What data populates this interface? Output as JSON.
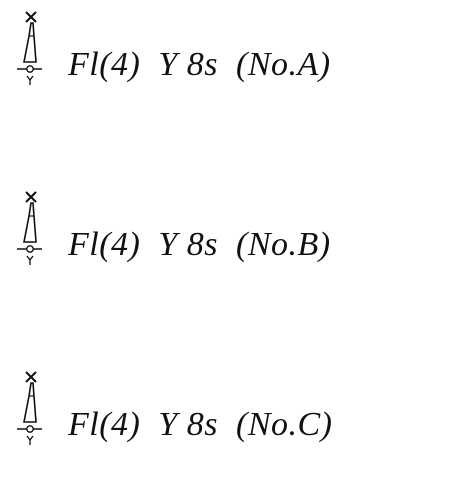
{
  "entries": [
    {
      "symbol_icon": "lamp-post-symbol-icon",
      "text": "Fl(4)  Y 8s  (No.A)"
    },
    {
      "symbol_icon": "lamp-post-symbol-icon",
      "text": "Fl(4)  Y 8s  (No.B)"
    },
    {
      "symbol_icon": "lamp-post-symbol-icon",
      "text": "Fl(4)  Y 8s  (No.C)"
    }
  ],
  "colors": {
    "ink": "#111111",
    "background": "#ffffff"
  }
}
